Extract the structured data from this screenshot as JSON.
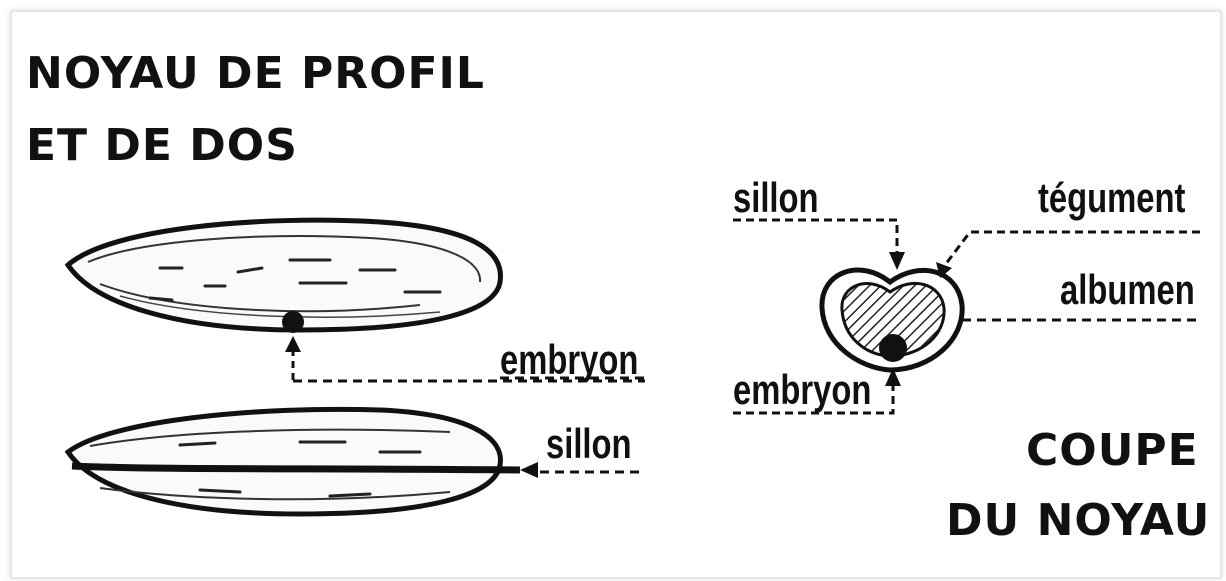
{
  "titles": {
    "left_line1": "NOYAU DE PROFIL",
    "left_line2": "ET DE DOS",
    "right_line1": "COUPE",
    "right_line2": "DU NOYAU"
  },
  "labels": {
    "profile_embryon": "embryon",
    "back_sillon": "sillon",
    "section_sillon": "sillon",
    "section_tegument": "tégument",
    "section_albumen": "albumen",
    "section_embryon": "embryon"
  },
  "colors": {
    "ink": "#111111",
    "background": "#ffffff",
    "hatch": "#222222"
  }
}
